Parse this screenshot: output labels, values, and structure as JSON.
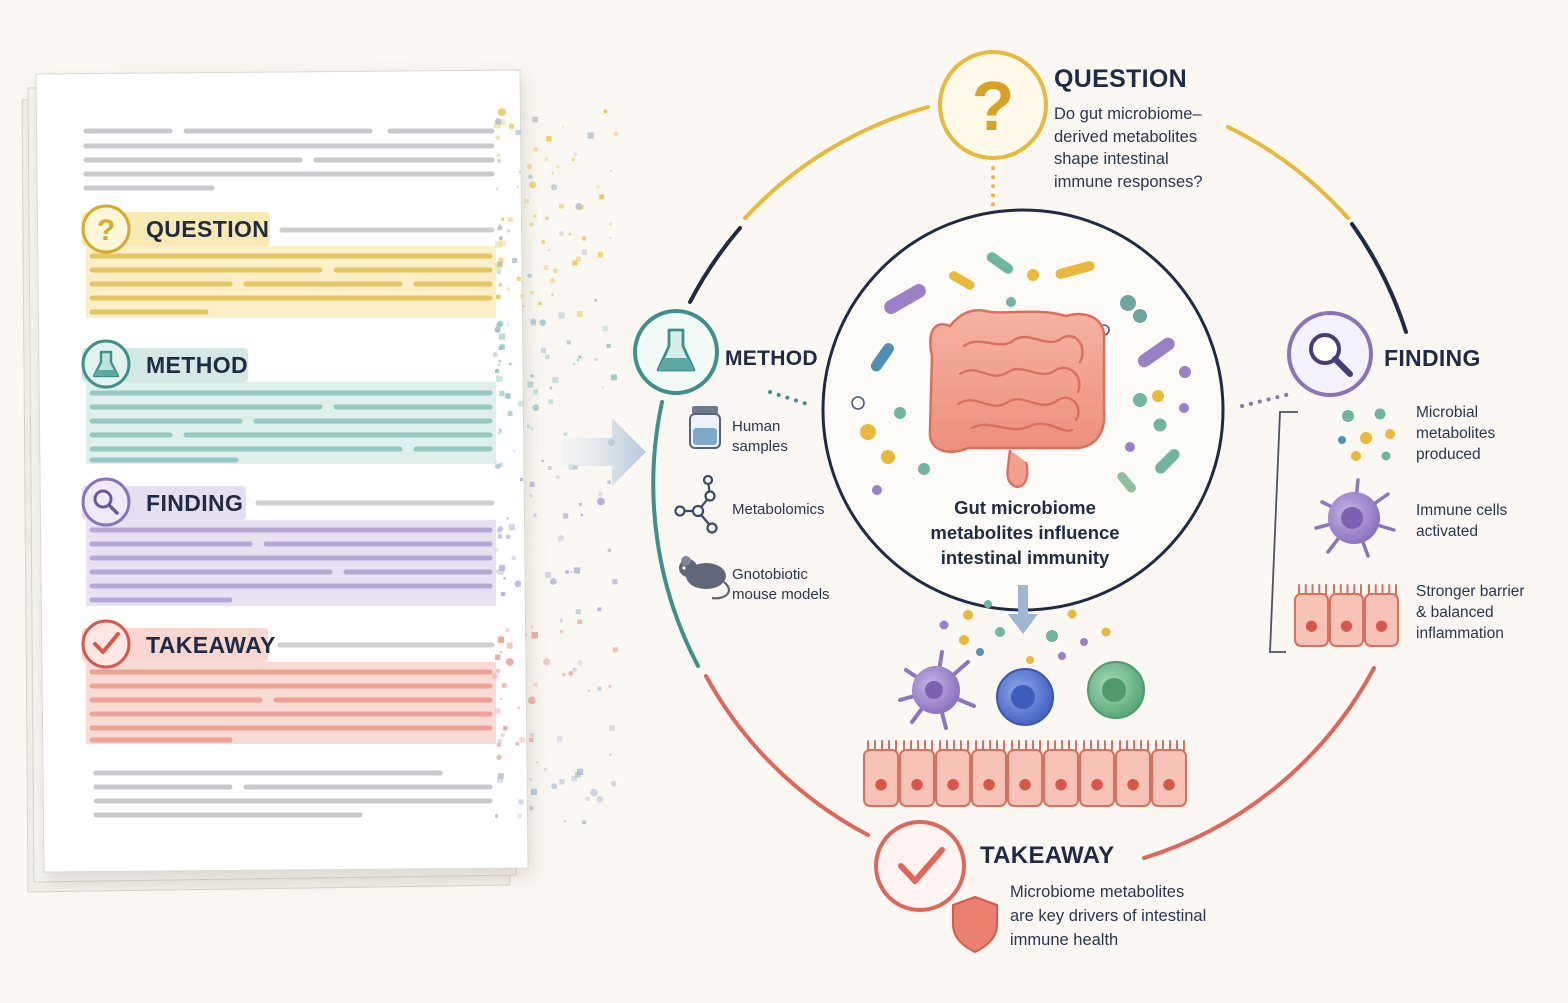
{
  "document": {
    "sections": [
      {
        "label": "QUESTION",
        "icon": "question-icon",
        "color": "#e8c24a"
      },
      {
        "label": "METHOD",
        "icon": "flask-icon",
        "color": "#5ea9a3"
      },
      {
        "label": "FINDING",
        "icon": "magnifier-icon",
        "color": "#9b85c4"
      },
      {
        "label": "TAKEAWAY",
        "icon": "checkmark-icon",
        "color": "#e8766a"
      }
    ]
  },
  "diagram": {
    "center": "Gut microbiome metabolites influence intestinal immunity",
    "question": {
      "title": "QUESTION",
      "text": [
        "Do gut microbiome–",
        "derived metabolites",
        "shape intestinal",
        "immune responses?"
      ]
    },
    "method": {
      "title": "METHOD",
      "items": [
        {
          "lines": [
            "Human",
            "samples"
          ],
          "icon": "sample-jar-icon"
        },
        {
          "lines": [
            "Metabolomics"
          ],
          "icon": "molecule-icon"
        },
        {
          "lines": [
            "Gnotobiotic",
            "mouse models"
          ],
          "icon": "mouse-icon"
        }
      ]
    },
    "finding": {
      "title": "FINDING",
      "items": [
        {
          "lines": [
            "Microbial",
            "metabolites",
            "produced"
          ],
          "icon": "metabolites-icon"
        },
        {
          "lines": [
            "Immune cells",
            "activated"
          ],
          "icon": "immune-cell-icon"
        },
        {
          "lines": [
            "Stronger barrier",
            "& balanced",
            "inflammation"
          ],
          "icon": "epithelium-icon"
        }
      ]
    },
    "takeaway": {
      "title": "TAKEAWAY",
      "text": [
        "Microbiome metabolites",
        "are key drivers of intestinal",
        "immune health"
      ]
    }
  },
  "colors": {
    "question": "#e8b93a",
    "method": "#3f8f8b",
    "finding": "#8a73b8",
    "takeaway": "#e0665a",
    "navy": "#1f2b45"
  }
}
